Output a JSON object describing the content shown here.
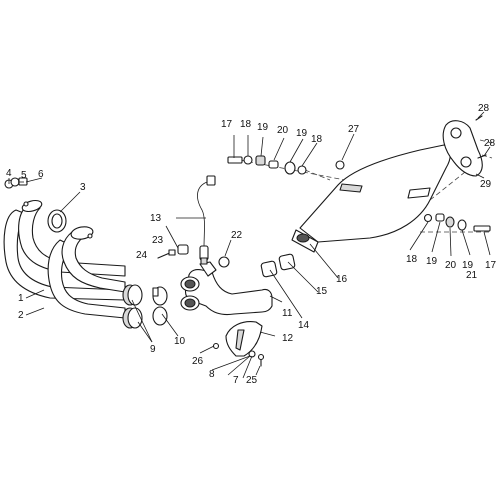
{
  "labels": {
    "l1": "1",
    "l2": "2",
    "l3": "3",
    "l4": "4",
    "l5": "5",
    "l6": "6",
    "l7": "7",
    "l8": "8",
    "l9": "9",
    "l10": "10",
    "l11": "11",
    "l12": "12",
    "l13": "13",
    "l14": "14",
    "l15": "15",
    "l16": "16",
    "l17a": "17",
    "l17b": "17",
    "l18a": "18",
    "l18b": "18",
    "l18c": "18",
    "l19a": "19",
    "l19b": "19",
    "l19c": "19",
    "l19d": "19",
    "l20a": "20",
    "l20b": "20",
    "l21": "21",
    "l22": "22",
    "l23": "23",
    "l24": "24",
    "l25": "25",
    "l26": "26",
    "l27": "27",
    "l28a": "28",
    "l28b": "28",
    "l29": "29"
  }
}
